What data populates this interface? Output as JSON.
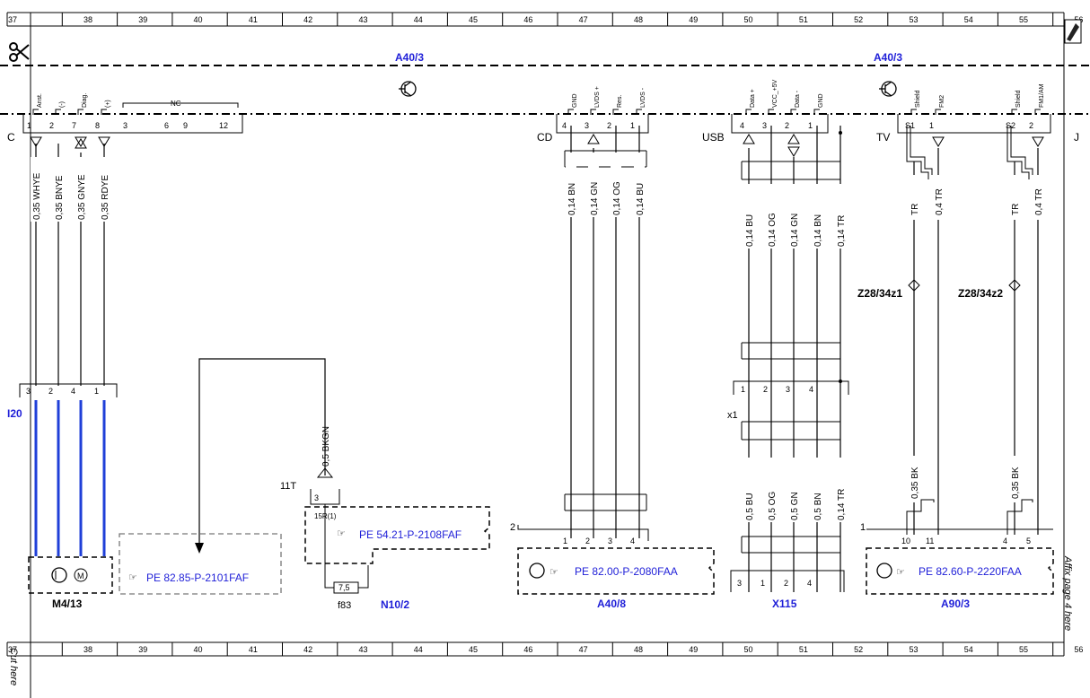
{
  "grid": {
    "columns": [
      "37",
      "38",
      "39",
      "40",
      "41",
      "42",
      "43",
      "44",
      "45",
      "46",
      "47",
      "48",
      "49",
      "50",
      "51",
      "52",
      "53",
      "54",
      "55",
      "56"
    ]
  },
  "title_left": "A40/3",
  "title_right": "A40/3",
  "connectors": {
    "C": "C",
    "CD": "CD",
    "USB": "USB",
    "TV": "TV",
    "J": "J"
  },
  "c_pins": [
    {
      "num": "1",
      "name": "Anst."
    },
    {
      "num": "2",
      "name": "(-)"
    },
    {
      "num": "7",
      "name": "Diag."
    },
    {
      "num": "8",
      "name": "(+)"
    }
  ],
  "nc": {
    "label": "NC",
    "pins": [
      "3",
      "6",
      "9",
      "12"
    ]
  },
  "cd_pins": [
    {
      "num": "4",
      "name": "GND"
    },
    {
      "num": "3",
      "name": "LVDS +"
    },
    {
      "num": "2",
      "name": "Res."
    },
    {
      "num": "1",
      "name": "LVDS -"
    }
  ],
  "usb_pins": [
    {
      "num": "4",
      "name": "Data +"
    },
    {
      "num": "3",
      "name": "VCC_+5V"
    },
    {
      "num": "2",
      "name": "Data -"
    },
    {
      "num": "1",
      "name": "GND"
    }
  ],
  "tv_pins": [
    {
      "num": "S1",
      "name": "Shield"
    },
    {
      "num": "1",
      "name": "FM2"
    },
    {
      "num": "S2",
      "name": "Shield"
    },
    {
      "num": "2",
      "name": "FM1/AM"
    }
  ],
  "wires_c": [
    "0,35 WHYE",
    "0,35 BNYE",
    "0,35 GNYE",
    "0,35 RDYE"
  ],
  "wires_cd": [
    "0,14 BN",
    "0,14 GN",
    "0,14 OG",
    "0,14 BU"
  ],
  "wires_usb_top": [
    "0,14 BU",
    "0,14 OG",
    "0,14 GN",
    "0,14 BN",
    "0,14 TR"
  ],
  "wires_usb_bottom": [
    "0,5 BU",
    "0,5 OG",
    "0,5 GN",
    "0,5 BN",
    "0,14 TR"
  ],
  "wires_tv_top": [
    "TR",
    "0,4 TR",
    "TR",
    "0,4 TR"
  ],
  "wires_tv_bottom": [
    "0,35 BK",
    "0,35 BK"
  ],
  "wire_bkgn": "0,5 BKGN",
  "splices": [
    "Z28/34z1",
    "Z28/34z2"
  ],
  "i20": {
    "label": "I20",
    "pins": [
      "3",
      "2",
      "4",
      "1"
    ]
  },
  "x1": {
    "label": "x1",
    "pins": [
      "1",
      "2",
      "3",
      "4"
    ]
  },
  "x115": {
    "label": "X115",
    "pins": [
      "3",
      "1",
      "2",
      "4"
    ]
  },
  "m413": {
    "label": "M4/13",
    "ref": "PE 82.85-P-2101FAF"
  },
  "n102": {
    "label": "N10/2",
    "ref": "PE 54.21-P-2108FAF",
    "pin": "3",
    "pin_name": "15R(1)",
    "conn": "11T"
  },
  "a408": {
    "label": "A40/8",
    "ref": "PE 82.00-P-2080FAA",
    "conn": "2",
    "pins": [
      "1",
      "2",
      "3",
      "4"
    ]
  },
  "a903": {
    "label": "A90/3",
    "ref": "PE 82.60-P-2220FAA",
    "conn": "1",
    "pins": [
      "10",
      "11",
      "4",
      "5"
    ]
  },
  "fuse": {
    "label": "f83",
    "value": "7,5"
  },
  "affix_text": "Affix page 4 here",
  "cut_text": "Cut here",
  "colors": {
    "wire_blue": "#1f3fd8",
    "ref_blue": "#1f1fd8",
    "ink": "#000000",
    "dash_gray": "#777777"
  }
}
